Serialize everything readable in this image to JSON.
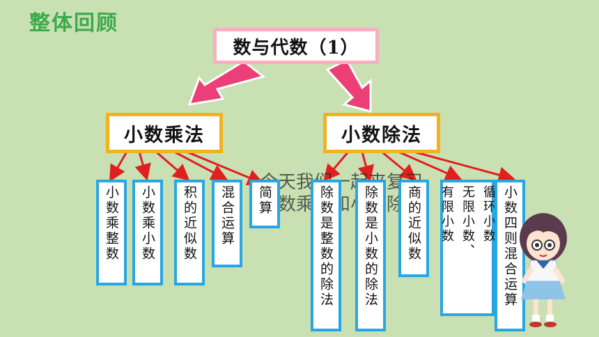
{
  "header": {
    "title": "整体回顾"
  },
  "root": {
    "label": "数与代数（1）"
  },
  "categories": [
    {
      "label": "小数乘法"
    },
    {
      "label": "小数除法"
    }
  ],
  "leaves": {
    "multiply": [
      {
        "label": "小数乘整数"
      },
      {
        "label": "小数乘小数"
      },
      {
        "label": "积的近似数"
      },
      {
        "label": "混合运算"
      },
      {
        "label": "简算"
      }
    ],
    "divide": [
      {
        "label": "除数是整数的除法"
      },
      {
        "label": "除数是小数的除法"
      },
      {
        "label": "商的近似数"
      },
      {
        "col1": "有限小数",
        "col2": "无限小数、",
        "col3": "循环小数"
      },
      {
        "label": "小数四则混合运算"
      }
    ]
  },
  "banner": {
    "line1": "今天我们一起来复习",
    "line2": "小数乘法和小数除法"
  },
  "colors": {
    "arrow_big": "#ec3f77",
    "arrow_small": "#e01f1f",
    "leaf_border": "#28a6e3",
    "cat_border": "#f2b21f",
    "root_border": "#f6b0c0"
  }
}
